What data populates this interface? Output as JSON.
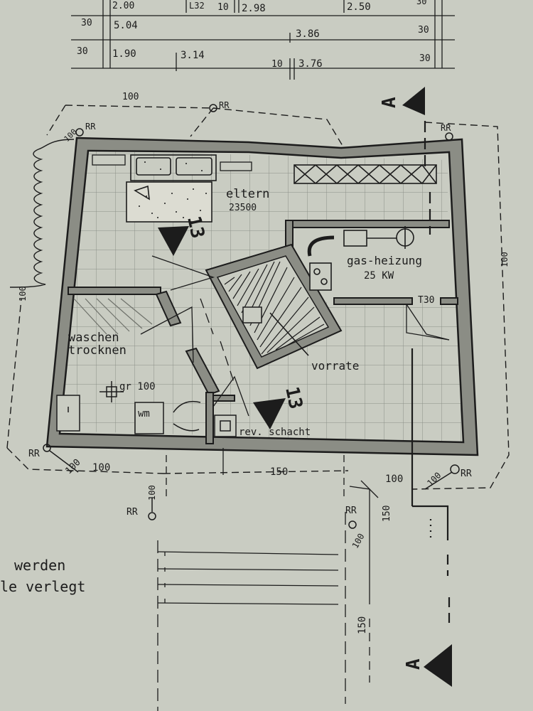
{
  "colors": {
    "paper": "#c9ccc2",
    "ink": "#1c1c1c",
    "wall_fill": "#8b8d85",
    "grid": "#8c8f88"
  },
  "dimension_table": {
    "row0": {
      "c1": "2.00",
      "c2": "L32",
      "c3": "10",
      "c4": "2.98",
      "c5": "2.50",
      "c6": "30"
    },
    "row1": {
      "c0": "30",
      "c1": "5.04",
      "c2": "3.86",
      "c3": "30"
    },
    "row2": {
      "c0": "30",
      "c1": "1.90",
      "c2": "3.14",
      "c3": "10",
      "c4": "3.76",
      "c5": "30"
    }
  },
  "rooms": {
    "eltern": "eltern",
    "eltern_area": "23500",
    "gas_heizung": "gas-heizung",
    "gas_power": "25 KW",
    "door_t30": "T30",
    "waschen": "waschen",
    "trocknen": "trocknen",
    "vorrate": "vorrate",
    "floor_drain": "gr 100",
    "washer": "wm",
    "rev_schacht": "rev. schacht",
    "stair_mark": "13"
  },
  "markers": {
    "rr": "RR",
    "section": "A"
  },
  "dimensions": {
    "d100": "100",
    "d150": "150"
  },
  "notes": {
    "line1": "werden",
    "line2": "le verlegt"
  }
}
